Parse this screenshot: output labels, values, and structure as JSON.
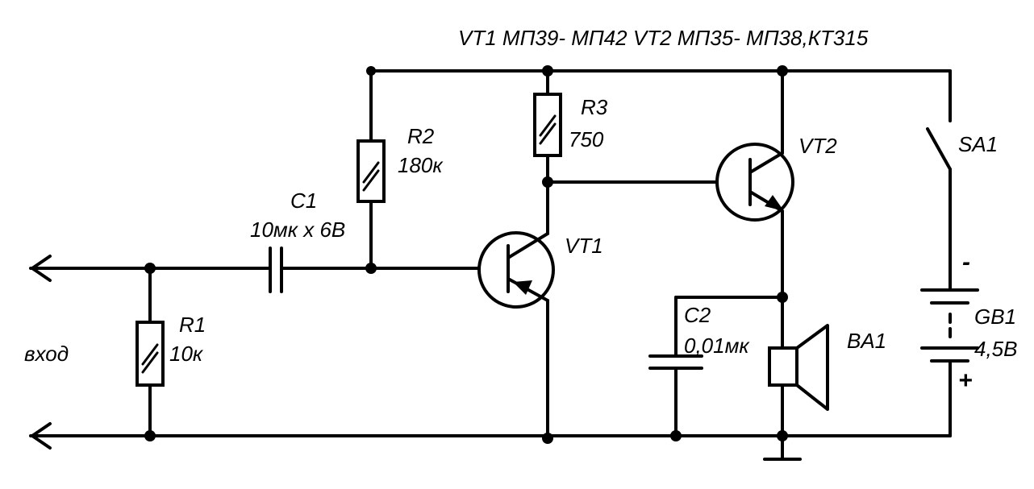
{
  "header": {
    "transistors_note": "VT1 МП39- МП42  VT2  МП35- МП38,КТ315"
  },
  "labels": {
    "c1_name": "C1",
    "c1_value": "10мк  x  6В",
    "r1_name": "R1",
    "r1_value": "10к",
    "r2_name": "R2",
    "r2_value": "180к",
    "r3_name": "R3",
    "r3_value": "750",
    "vt1_name": "VT1",
    "vt2_name": "VT2",
    "c2_name": "C2",
    "c2_value": "0,01мк",
    "ba1_name": "BA1",
    "sa1_name": "SA1",
    "gb1_name": "GB1",
    "gb1_value": "4,5В",
    "input_label": "вход",
    "minus_sign": "-",
    "plus_sign": "+"
  }
}
